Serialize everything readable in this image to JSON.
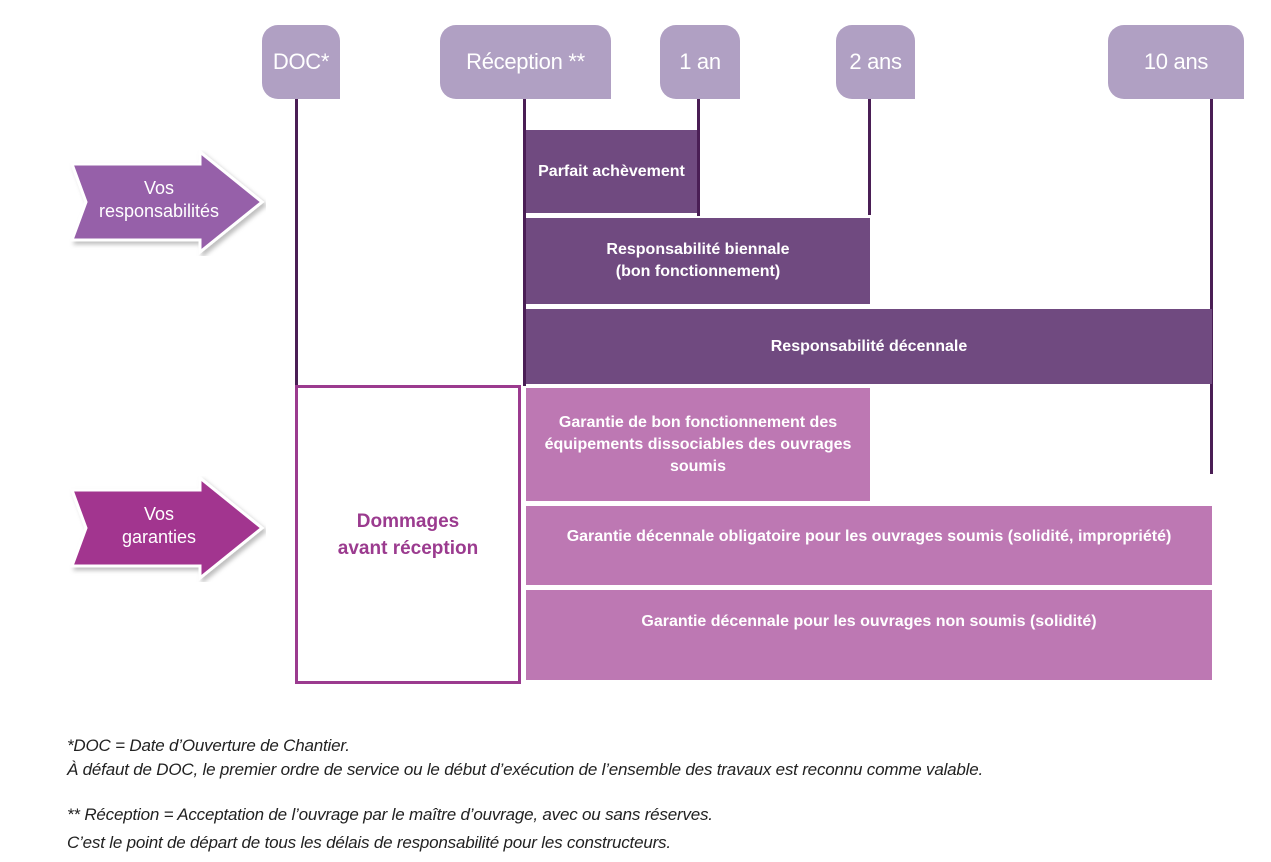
{
  "timeline": {
    "milestones": [
      {
        "id": "doc",
        "label": "DOC*"
      },
      {
        "id": "reception",
        "label": "Réception **"
      },
      {
        "id": "1an",
        "label": "1 an"
      },
      {
        "id": "2ans",
        "label": "2 ans"
      },
      {
        "id": "10ans",
        "label": "10 ans"
      }
    ]
  },
  "arrows": {
    "responsabilites": {
      "line1": "Vos",
      "line2": "responsabilités",
      "color": "#9661a9"
    },
    "garanties": {
      "line1": "Vos",
      "line2": "garanties",
      "color": "#a2358f"
    }
  },
  "responsabilites": {
    "parfait": "Parfait achèvement",
    "biennale_1": "Responsabilité biennale",
    "biennale_2": "(bon fonctionnement)",
    "decennale": "Responsabilité décennale"
  },
  "garanties": {
    "bon_fonct_1": "Garantie de bon fonctionnement des",
    "bon_fonct_2": "équipements dissociables des ouvrages",
    "bon_fonct_3": "soumis",
    "decennale_obligatoire": "Garantie décennale obligatoire pour les ouvrages soumis (solidité, impropriété)",
    "decennale_non_soumis": "Garantie décennale pour les ouvrages non soumis (solidité)"
  },
  "dommages": {
    "line1": "Dommages",
    "line2": "avant réception"
  },
  "notes": {
    "doc_def": "*DOC = Date d’Ouverture de Chantier.",
    "doc_alt": "À défaut de DOC, le premier ordre de service ou le début d’exécution de l’ensemble des travaux est reconnu comme valable.",
    "reception_def": "** Réception = Acceptation de l’ouvrage par le maître d’ouvrage, avec ou sans réserves.",
    "reception_note": "C’est le point de départ de tous les délais de responsabilité pour les constructeurs."
  },
  "colors": {
    "tag": "#b0a0c3",
    "line": "#4a1e55",
    "dark_bar": "#704a80",
    "light_bar": "#bd78b3",
    "dommages_border": "#9b3b8f"
  }
}
